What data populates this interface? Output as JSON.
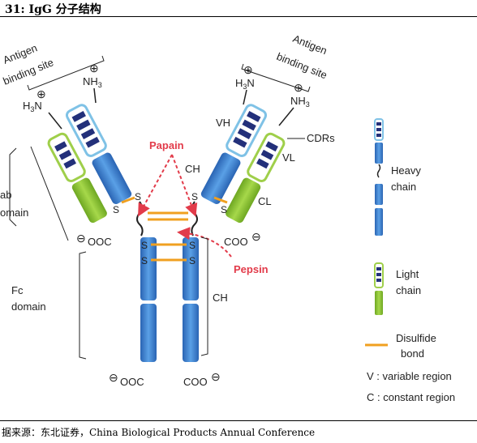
{
  "header": {
    "title": "31:  IgG 分子结构"
  },
  "labels": {
    "antigen_left_1": "Antigen",
    "antigen_left_2": "binding site",
    "antigen_right_1": "Antigen",
    "antigen_right_2": "binding site",
    "nh3": "NH",
    "nh3_sub": "3",
    "h3n_h": "H",
    "h3n_sub": "3",
    "h3n_n": "N",
    "plus": "⊕",
    "papain": "Papain",
    "pepsin": "Pepsin",
    "ch_top": "CH",
    "ch_side": "CH",
    "vh": "VH",
    "vl": "VL",
    "cl": "CL",
    "cdrs": "CDRs",
    "fab_1": "ab",
    "fab_2": "omain",
    "fc_1": "Fc",
    "fc_2": "domain",
    "ooc_left": "OOC",
    "coo_right": "COO",
    "ooc_bottom": "OOC",
    "coo_bottom": "COO",
    "minus": "⊖",
    "s": "S"
  },
  "legend": {
    "heavy_1": "Heavy",
    "heavy_2": "chain",
    "light_1": "Light",
    "light_2": "chain",
    "disulfide_1": "Disulfide",
    "disulfide_2": "bond",
    "variable": "V : variable region",
    "constant": "C : constant region"
  },
  "colors": {
    "heavy_chain": "#3f84d0",
    "light_chain": "#86c232",
    "variable_outline": "#7fc2e6",
    "variable_outline_light": "#9fcf4a",
    "cdr_band": "#23307a",
    "disulfide": "#f0a020",
    "enzyme_red": "#e23b4a"
  },
  "footer": {
    "source": "据来源：东北证券，China Biological Products Annual Conference"
  }
}
